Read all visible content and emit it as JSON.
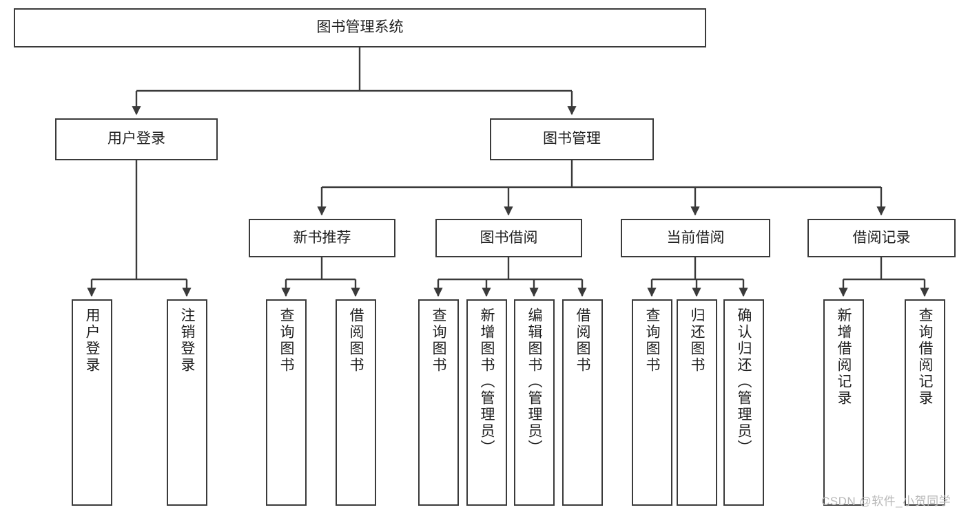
{
  "diagram": {
    "type": "tree",
    "title": "图书管理系统",
    "watermark": "CSDN @软件_小贺同学",
    "stroke_color": "#3a3a3a",
    "text_color": "#1f1f1f",
    "background_color": "#ffffff",
    "nodes": {
      "root": "图书管理系统",
      "l2": {
        "user_login": "用户登录",
        "book_manage": "图书管理"
      },
      "l3": {
        "new_book_rec": "新书推荐",
        "book_borrow": "图书借阅",
        "current_borrow": "当前借阅",
        "borrow_record": "借阅记录"
      },
      "leaves": {
        "user_login_1": "用户登录",
        "user_login_2": "注销登录",
        "new_book_rec_1": "查询图书",
        "new_book_rec_2": "借阅图书",
        "book_borrow_1": "查询图书",
        "book_borrow_2": "新增图书（管理员）",
        "book_borrow_3": "编辑图书（管理员）",
        "book_borrow_4": "借阅图书",
        "current_borrow_1": "查询图书",
        "current_borrow_2": "归还图书",
        "current_borrow_3": "确认归还（管理员）",
        "borrow_record_1": "新增借阅记录",
        "borrow_record_2": "查询借阅记录"
      }
    }
  }
}
